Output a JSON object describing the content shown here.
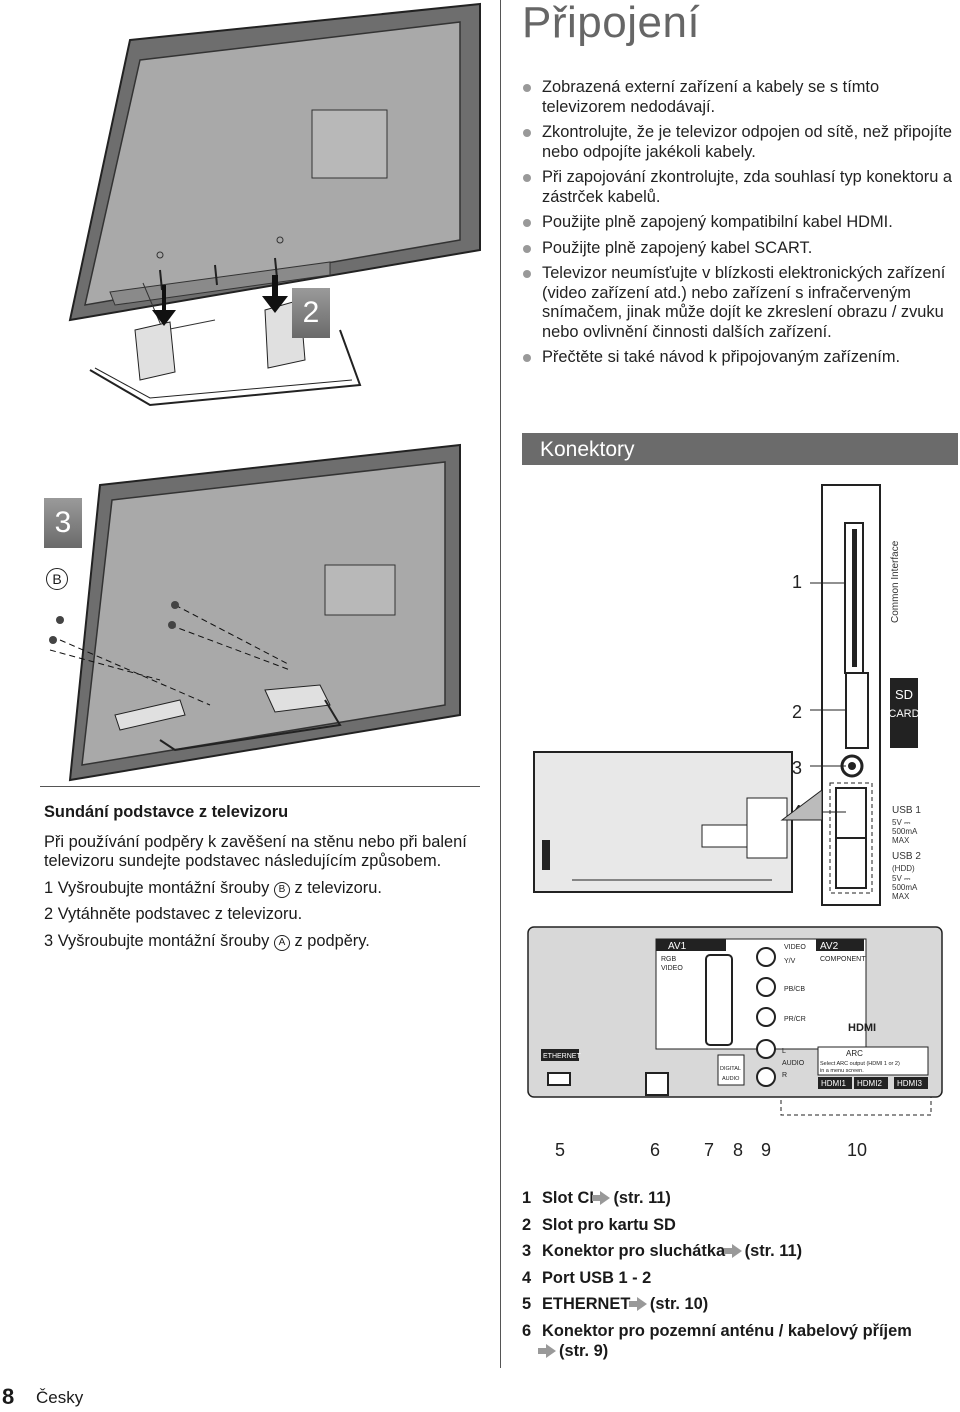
{
  "page_title": "Připojení",
  "notes": [
    "Zobrazená externí zařízení a kabely se s tímto televizorem nedodávají.",
    "Zkontrolujte, že je televizor odpojen od sítě, než připojíte nebo odpojíte jakékoli kabely.",
    "Při zapojování zkontrolujte, zda souhlasí typ konektoru a zástrček kabelů.",
    "Použijte plně zapojený kompatibilní kabel HDMI.",
    "Použijte plně zapojený kabel SCART.",
    "Televizor neumísťujte v blízkosti elektronických zařízení (video zařízení atd.) nebo zařízení s infračerveným snímačem, jinak může dojít ke zkreslení obrazu / zvuku nebo ovlivnění činnosti dalších zařízení.",
    "Přečtěte si také návod k připojovaným zařízením."
  ],
  "section_heading": "Konektory",
  "steps": {
    "step2": "2",
    "step3": "3",
    "screw_b": "B"
  },
  "removal": {
    "title": "Sundání podstavce z televizoru",
    "intro": "Při používání podpěry k zavěšení na stěnu nebo při balení televizoru sundejte podstavec následujícím způsobem.",
    "step1_num": "1",
    "step1_a": "Vyšroubujte montážní šrouby ",
    "step1_circ": "B",
    "step1_b": " z televizoru.",
    "step2_num": "2",
    "step2": "Vytáhněte podstavec z televizoru.",
    "step3_num": "3",
    "step3_a": "Vyšroubujte montážní šrouby ",
    "step3_circ": "A",
    "step3_b": " z podpěry."
  },
  "callouts": {
    "c1": "1",
    "c2": "2",
    "c3": "3",
    "c4": "4",
    "c5": "5",
    "c6": "6",
    "c7": "7",
    "c8": "8",
    "c9": "9",
    "c10": "10"
  },
  "panel_labels": {
    "common_interface": "Common Interface",
    "sd": "SD",
    "card": "CARD",
    "usb1": "USB 1",
    "usb1_spec1": "5V ⎓",
    "usb1_spec2": "500mA",
    "usb1_spec3": "MAX",
    "usb2": "USB 2",
    "usb2_hdd": "(HDD)",
    "usb2_spec1": "5V ⎓",
    "usb2_spec2": "500mA",
    "usb2_spec3": "MAX",
    "av1": "AV1",
    "rgb": "RGB",
    "video": "VIDEO",
    "av2": "AV2",
    "video2": "VIDEO",
    "yv": "Y/V",
    "component": "COMPONENT",
    "pbcb": "PB/CB",
    "prcr": "PR/CR",
    "audio": "AUDIO",
    "l": "L",
    "r": "R",
    "hdmi_logo": "HDMI",
    "arc": "ARC",
    "arc_note1": "Select ARC output (HDMI 1 or 2)",
    "arc_note2": "in a menu screen.",
    "hdmi1": "HDMI1",
    "hdmi2": "HDMI2",
    "hdmi3": "HDMI3",
    "ethernet": "ETHERNET",
    "digital": "DIGITAL",
    "audio_out": "AUDIO"
  },
  "connector_list": [
    {
      "num": "1",
      "text": "Slot CI",
      "ref": "(str. 11)",
      "ref2": ""
    },
    {
      "num": "2",
      "text": "Slot pro kartu SD",
      "ref": "",
      "ref2": ""
    },
    {
      "num": "3",
      "text": "Konektor pro sluchátka",
      "ref": "(str. 11)",
      "ref2": ""
    },
    {
      "num": "4",
      "text": "Port USB 1 - 2",
      "ref": "",
      "ref2": ""
    },
    {
      "num": "5",
      "text": "ETHERNET",
      "ref": "(str. 10)",
      "ref2": ""
    },
    {
      "num": "6",
      "text": "Konektor pro pozemní anténu / kabelový příjem",
      "ref": "",
      "ref2": "(str. 9)"
    }
  ],
  "footer": {
    "page_number": "8",
    "language": "Česky"
  }
}
